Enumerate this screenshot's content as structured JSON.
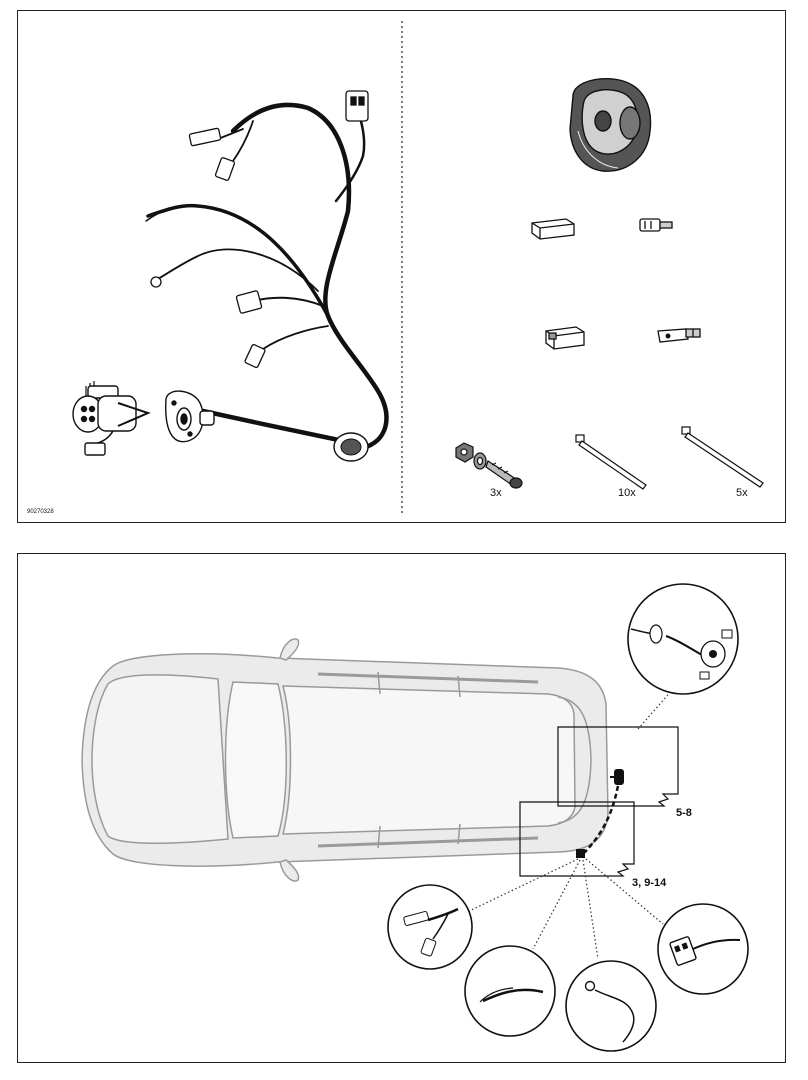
{
  "top_panel": {
    "doc_code": "90270328",
    "quantities": {
      "screws": "3x",
      "ties_small": "10x",
      "ties_large": "5x"
    }
  },
  "bottom_panel": {
    "ranges": {
      "socket_box": "5-8",
      "connector_box": "3, 9-14"
    }
  },
  "colors": {
    "line": "#111111",
    "car_fill": "#e8e8e8",
    "car_stroke": "#9a9a9a"
  }
}
